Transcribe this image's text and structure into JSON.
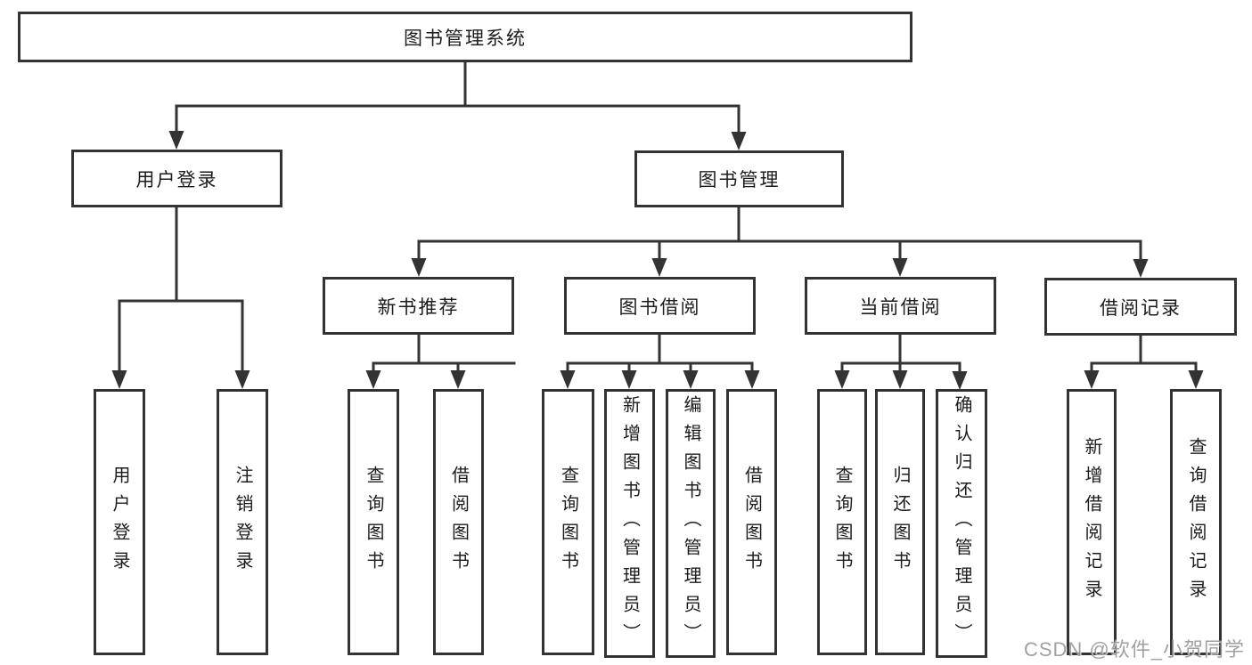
{
  "diagram_type": "functional-structure-tree",
  "colors": {
    "line": "#333333",
    "node_border": "#333333",
    "node_text": "#1c1c1c",
    "background": "#ffffff",
    "watermark": "#919191"
  },
  "tree": {
    "root": {
      "label": "图书管理系统"
    },
    "login": {
      "label": "用户登录",
      "children": {
        "userLogin": {
          "label": "用户登录"
        },
        "logout": {
          "label": "注销登录"
        }
      }
    },
    "mgmt": {
      "label": "图书管理",
      "children": {
        "newBookRec": {
          "label": "新书推荐",
          "children": {
            "queryBooks": {
              "label": "查询图书"
            },
            "borrowBooks": {
              "label": "借阅图书"
            }
          }
        },
        "bookBorrow": {
          "label": "图书借阅",
          "children": {
            "queryBooks": {
              "label": "查询图书"
            },
            "addBooks": {
              "label": "新增图书（管理员）"
            },
            "editBooks": {
              "label": "编辑图书（管理员）"
            },
            "borrowBooks": {
              "label": "借阅图书"
            }
          }
        },
        "currentBorrow": {
          "label": "当前借阅",
          "children": {
            "queryBooks": {
              "label": "查询图书"
            },
            "returnBooks": {
              "label": "归还图书"
            },
            "confirmReturn": {
              "label": "确认归还（管理员）"
            }
          }
        },
        "borrowRecords": {
          "label": "借阅记录",
          "children": {
            "addRecord": {
              "label": "新增借阅记录"
            },
            "queryRecord": {
              "label": "查询借阅记录"
            }
          }
        }
      }
    }
  },
  "watermark": {
    "text": "CSDN @软件_小贺同学"
  }
}
